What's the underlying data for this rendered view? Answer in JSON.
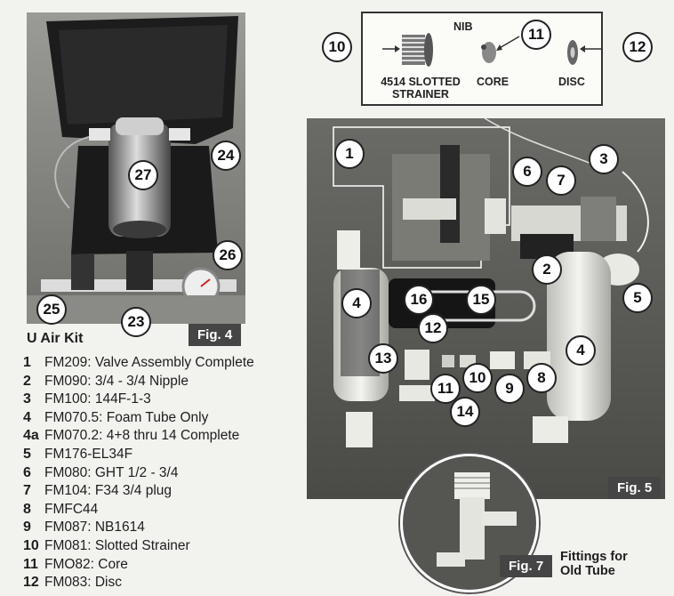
{
  "fig4": {
    "tag": "Fig. 4",
    "caption": "U Air Kit",
    "callouts": [
      "27",
      "24",
      "26",
      "25",
      "23"
    ]
  },
  "fig5": {
    "tag": "Fig. 5",
    "callouts": [
      "1",
      "6",
      "7",
      "3",
      "2",
      "5",
      "4",
      "16",
      "15",
      "12",
      "13",
      "10",
      "9",
      "8",
      "11",
      "14",
      "4"
    ]
  },
  "fig7": {
    "tag": "Fig. 7",
    "caption_line1": "Fittings for",
    "caption_line2": "Old Tube"
  },
  "strainer_box": {
    "callouts": [
      "10",
      "11",
      "12"
    ],
    "nib": "NIB",
    "strainer_line1": "4514 SLOTTED",
    "strainer_line2": "STRAINER",
    "core": "CORE",
    "disc": "DISC"
  },
  "parts": [
    {
      "num": "1",
      "text": "FM209:  Valve Assembly Complete"
    },
    {
      "num": "2",
      "text": "FM090:  3/4 - 3/4 Nipple"
    },
    {
      "num": "3",
      "text": "FM100:  144F-1-3"
    },
    {
      "num": "4",
      "text": "FM070.5:  Foam Tube Only"
    },
    {
      "num": "4a",
      "text": "FM070.2:  4+8 thru 14 Complete"
    },
    {
      "num": "5",
      "text": "FM176-EL34F"
    },
    {
      "num": "6",
      "text": "FM080:  GHT 1/2 - 3/4"
    },
    {
      "num": "7",
      "text": "FM104:  F34 3/4 plug"
    },
    {
      "num": "8",
      "text": "FMFC44"
    },
    {
      "num": "9",
      "text": "FM087:  NB1614"
    },
    {
      "num": "10",
      "text": "FM081:  Slotted Strainer"
    },
    {
      "num": "11",
      "text": "FMO82:  Core"
    },
    {
      "num": "12",
      "text": "FM083:  Disc"
    }
  ]
}
